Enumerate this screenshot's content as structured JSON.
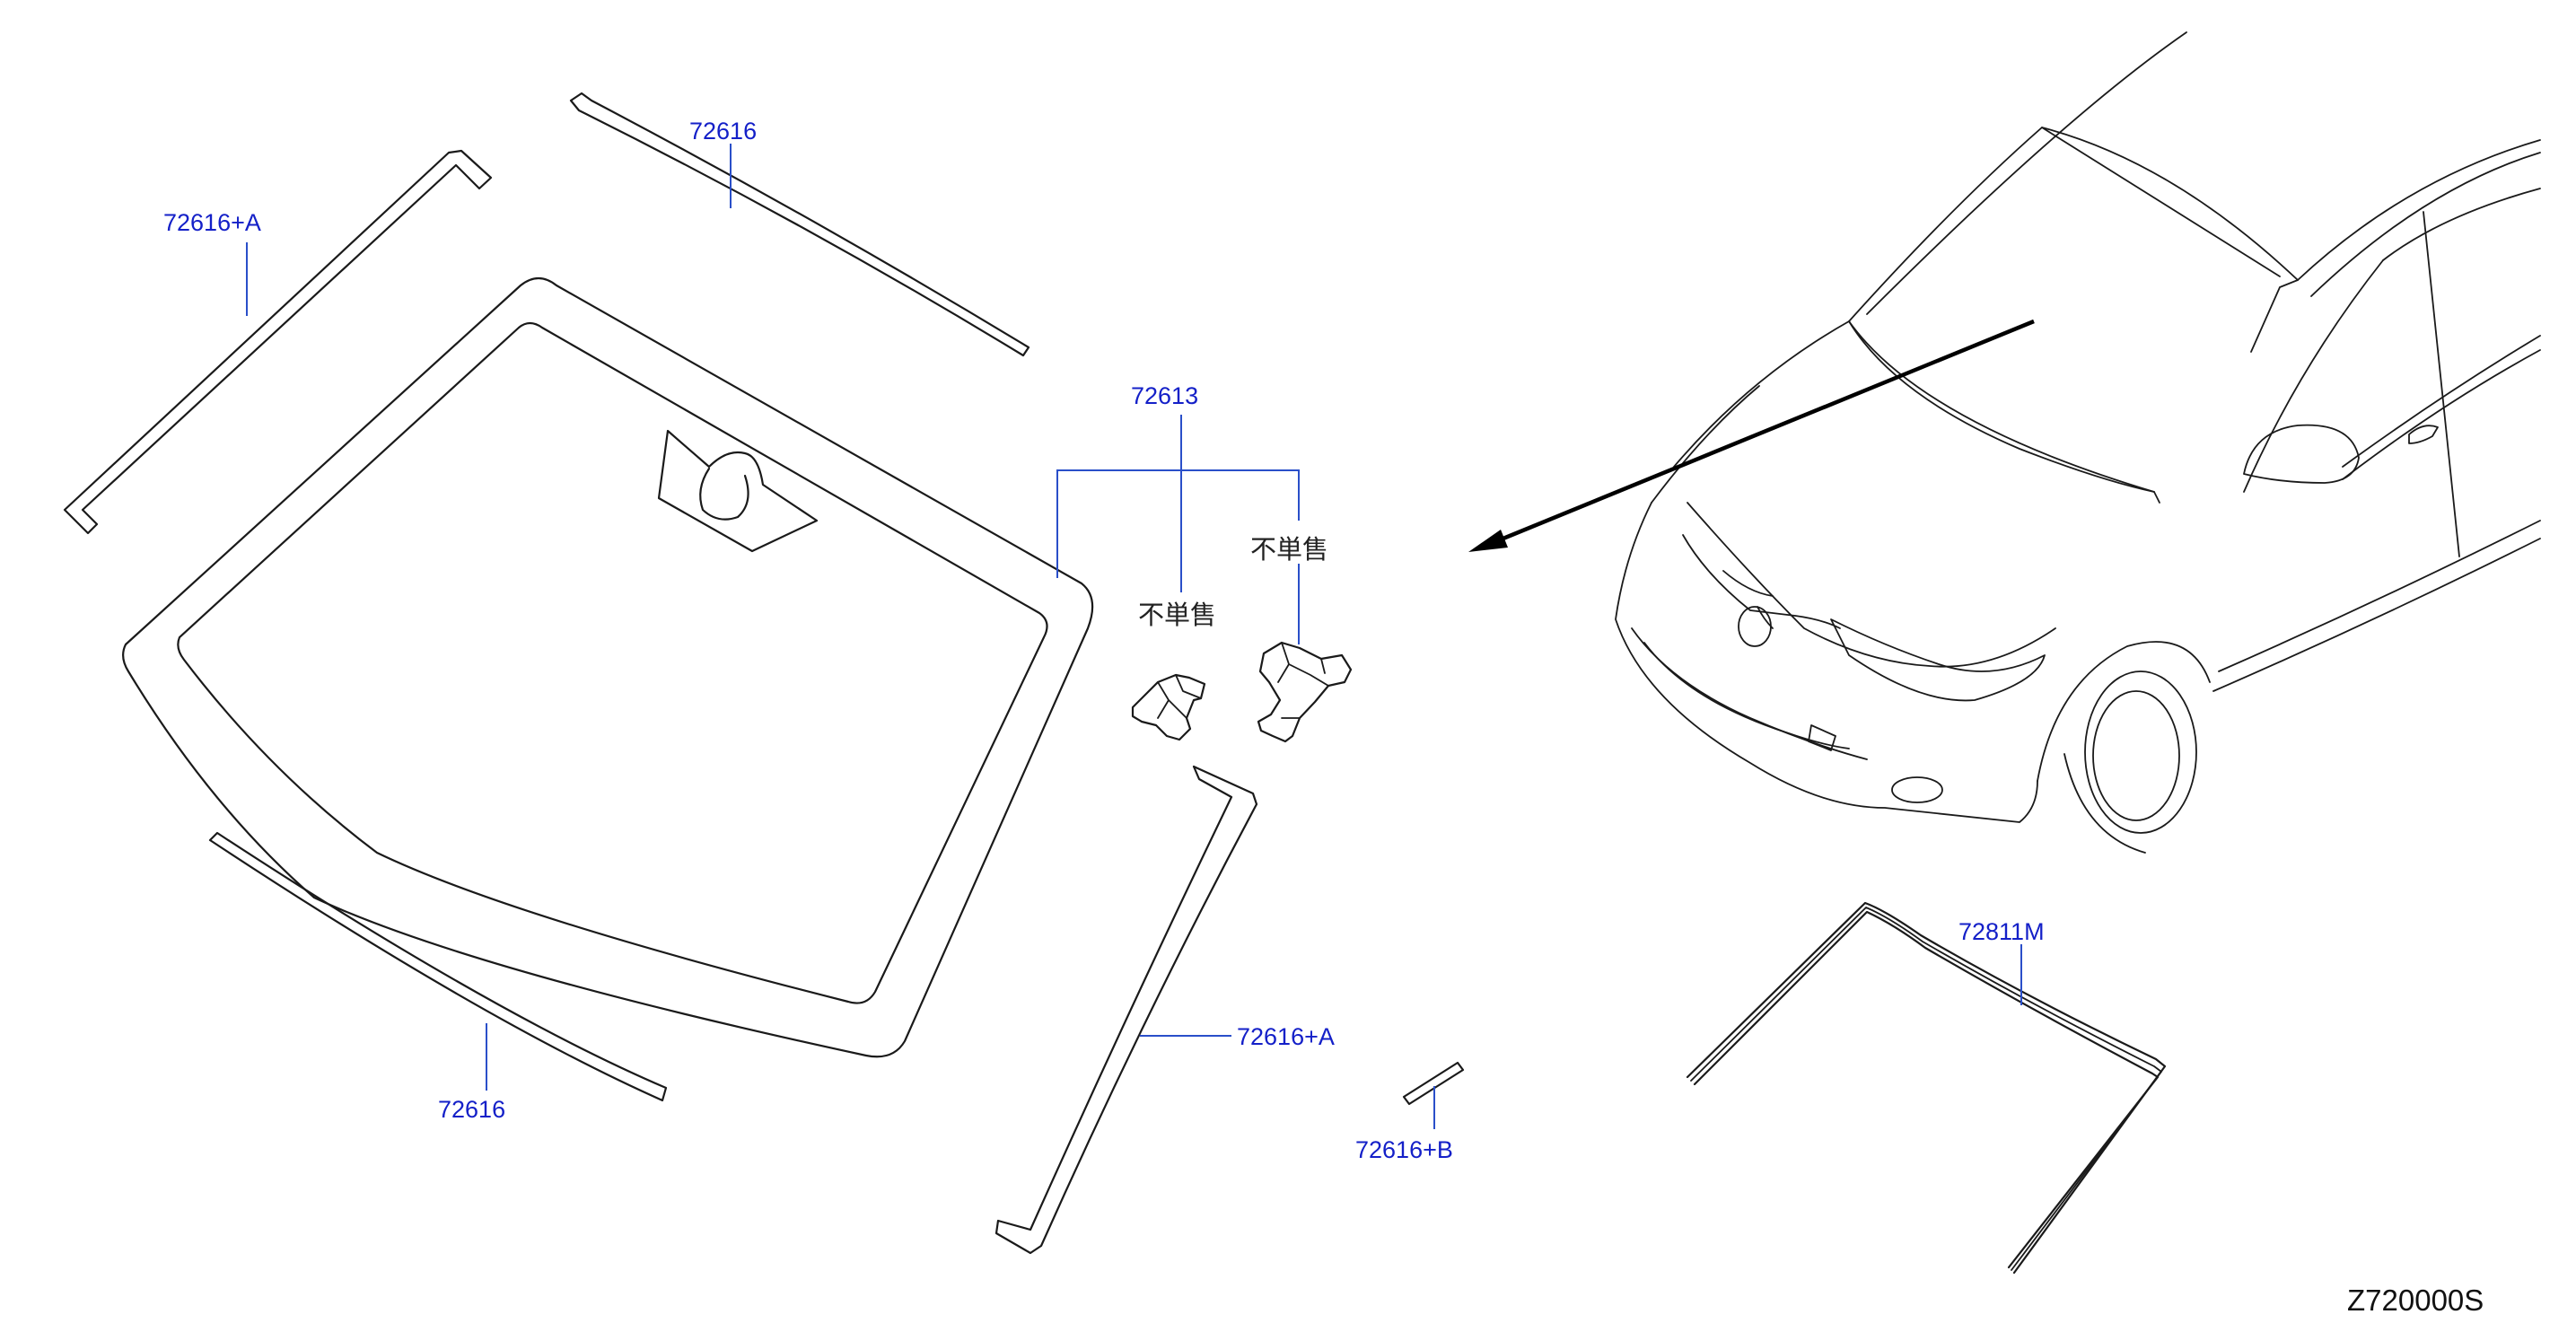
{
  "callouts": {
    "molding_top": "72616",
    "molding_side_left": "72616+A",
    "bracket_group": "72613",
    "molding_bottom": "72616",
    "molding_side_right": "72616+A",
    "molding_clip": "72616+B",
    "dam_rubber": "72811M"
  },
  "notes": {
    "not_sold_separately_left": "不単售",
    "not_sold_separately_right": "不単售"
  },
  "diagram_code": "Z720000S",
  "colors": {
    "callout_text": "#1420c8",
    "leader_line": "#2a4fc9",
    "part_line": "#1a1a1a"
  }
}
